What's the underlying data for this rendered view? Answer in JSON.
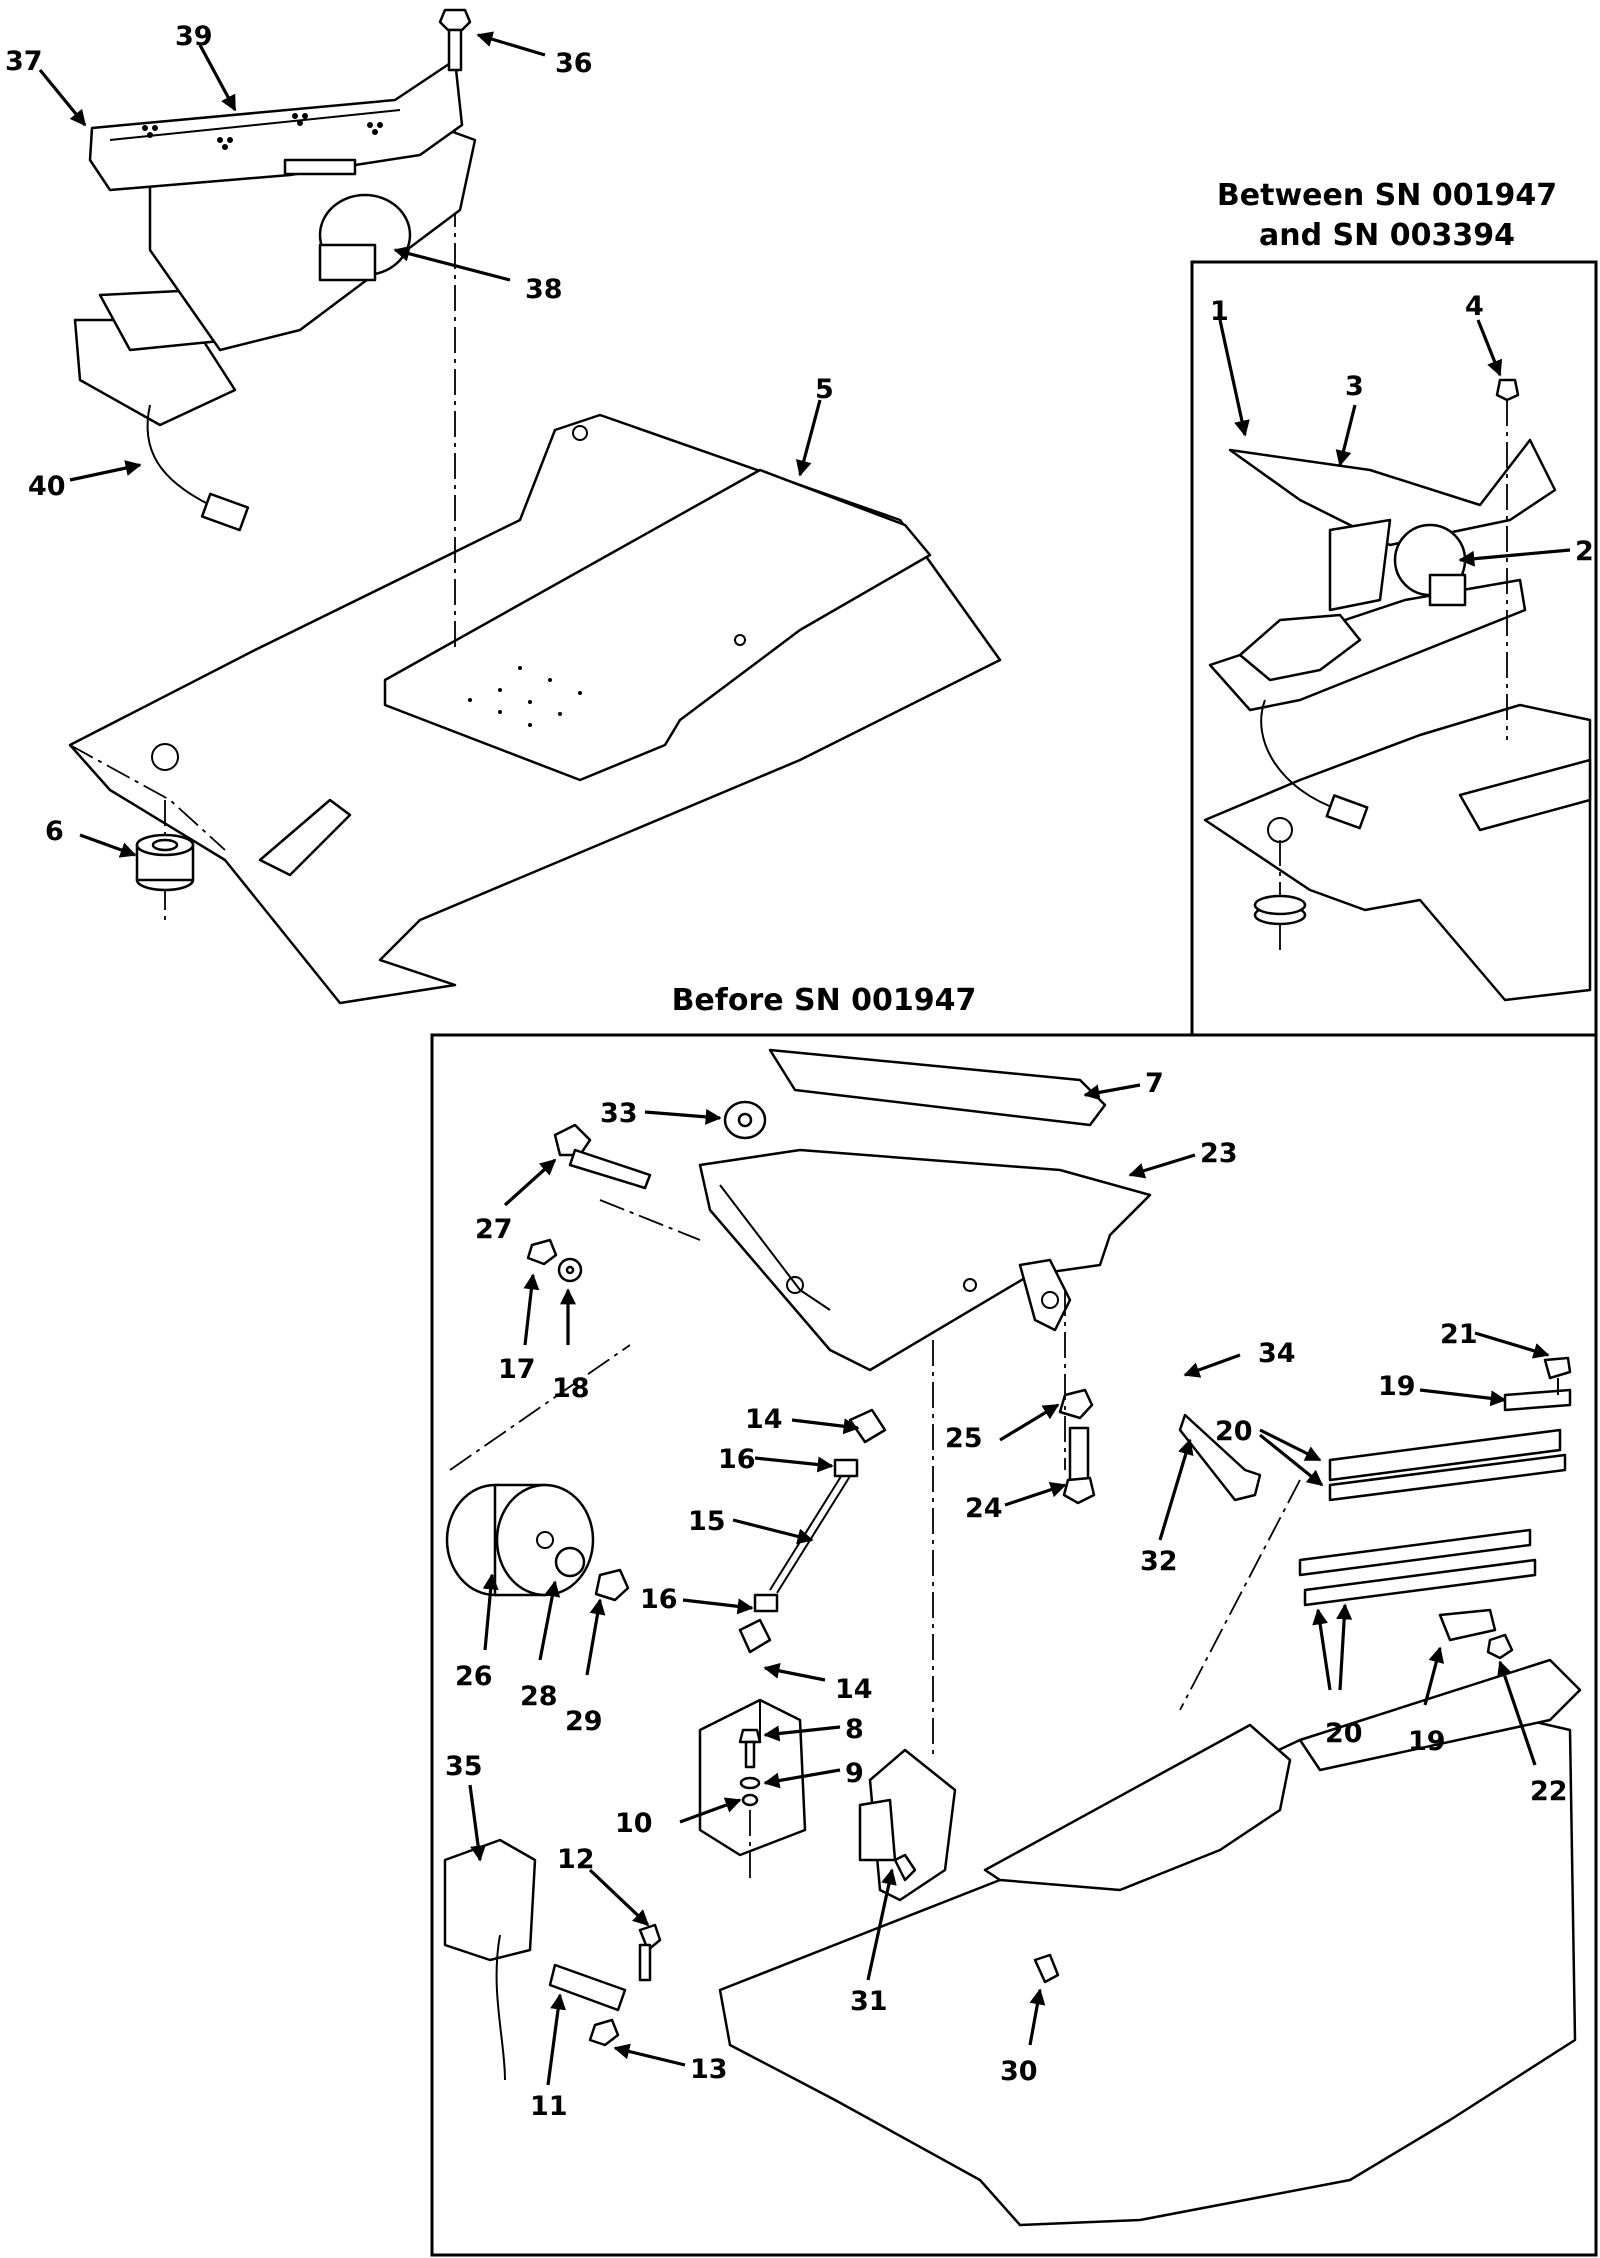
{
  "panels": {
    "between": {
      "title_line1": "Between SN 001947",
      "title_line2": "and SN 003394",
      "callouts": [
        "1",
        "2",
        "3",
        "4"
      ]
    },
    "before": {
      "title": "Before SN 001947",
      "callouts": [
        "7",
        "8",
        "9",
        "10",
        "11",
        "12",
        "13",
        "14",
        "14",
        "15",
        "16",
        "16",
        "17",
        "18",
        "19",
        "19",
        "20",
        "20",
        "21",
        "22",
        "23",
        "24",
        "25",
        "26",
        "27",
        "28",
        "29",
        "30",
        "31",
        "32",
        "33",
        "34",
        "35"
      ]
    },
    "main": {
      "callouts": [
        "5",
        "6",
        "36",
        "37",
        "38",
        "39",
        "40"
      ]
    }
  }
}
